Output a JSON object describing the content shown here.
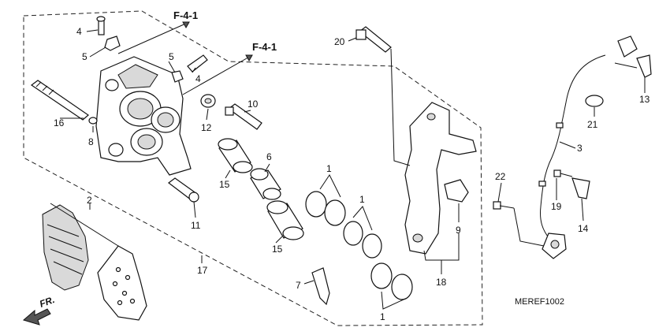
{
  "diagram": {
    "ref_labels": [
      "F-4-1",
      "F-4-1"
    ],
    "direction": "FR.",
    "code": "MEREF1002",
    "callouts": {
      "c4a": "4",
      "c5a": "5",
      "c5b": "5",
      "c4b": "4",
      "c16": "16",
      "c8": "8",
      "c12": "12",
      "c10": "10",
      "c6": "6",
      "c15a": "15",
      "c15b": "15",
      "c11": "11",
      "c2": "2",
      "c17": "17",
      "c1a": "1",
      "c1b": "1",
      "c1c": "1",
      "c7": "7",
      "c20": "20",
      "c9": "9",
      "c18": "18",
      "c3": "3",
      "c13": "13",
      "c21": "21",
      "c22": "22",
      "c19": "19",
      "c14": "14"
    }
  }
}
